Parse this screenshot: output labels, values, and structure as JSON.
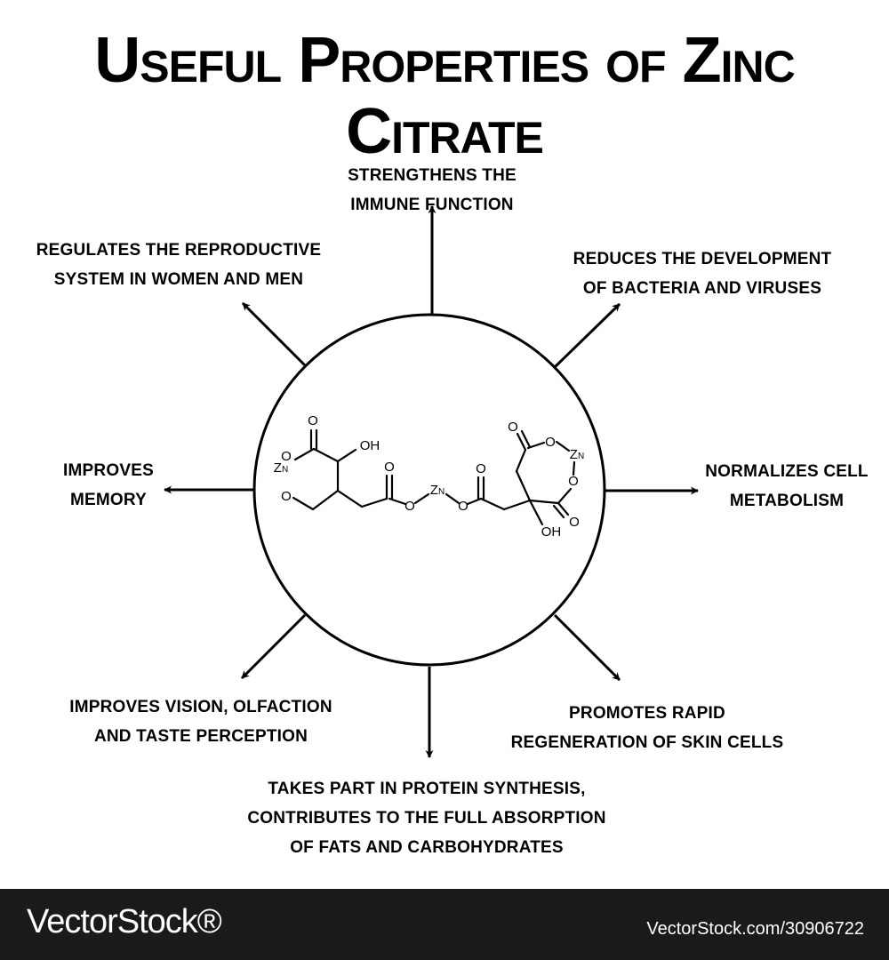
{
  "title": "Useful Properties of Zinc Citrate",
  "properties": [
    {
      "lines": [
        "STRENGTHENS THE",
        "IMMUNE FUNCTION"
      ]
    },
    {
      "lines": [
        "REDUCES THE DEVELOPMENT",
        "OF BACTERIA AND VIRUSES"
      ]
    },
    {
      "lines": [
        "NORMALIZES CELL",
        "METABOLISM"
      ]
    },
    {
      "lines": [
        "PROMOTES RAPID",
        "REGENERATION OF SKIN CELLS"
      ]
    },
    {
      "lines": [
        "TAKES PART IN PROTEIN SYNTHESIS,",
        "CONTRIBUTES TO THE FULL ABSORPTION",
        "OF FATS AND CARBOHYDRATES"
      ]
    },
    {
      "lines": [
        "IMPROVES VISION, OLFACTION",
        "AND TASTE PERCEPTION"
      ]
    },
    {
      "lines": [
        "IMPROVES",
        "MEMORY"
      ]
    },
    {
      "lines": [
        "REGULATES THE REPRODUCTIVE",
        "SYSTEM IN WOMEN AND MEN"
      ]
    }
  ],
  "molecule": {
    "oxygen": "O",
    "zinc": "Z",
    "zinc_sub": "N",
    "hydroxyl": "OH"
  },
  "footer": {
    "logo": "VectorStock®",
    "url": "VectorStock.com/30906722"
  },
  "colors": {
    "line": "#000000",
    "footer_bg": "#1a1a1a",
    "footer_text": "#ffffff"
  }
}
